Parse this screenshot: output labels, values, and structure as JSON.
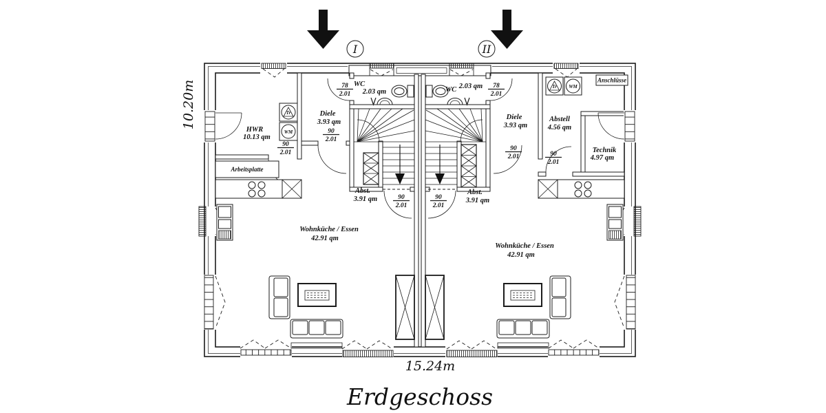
{
  "title": "Erdgeschoss",
  "dimensions": {
    "width": "15.24m",
    "height": "10.20m"
  },
  "entrance_markers": {
    "unit1": "I",
    "unit2": "II"
  },
  "appliances": {
    "dryer": "Tr",
    "washer": "WM"
  },
  "unit1": {
    "hwr": {
      "name": "HWR",
      "area": "10.13 qm"
    },
    "diele": {
      "name": "Diele",
      "area": "3.93 qm"
    },
    "wc": {
      "name": "WC",
      "area": "2.03 qm"
    },
    "abst": {
      "name": "Abst.",
      "area": "3.91 qm"
    },
    "wohnkueche": {
      "name": "Wohnküche / Essen",
      "area": "42.91 qm"
    },
    "worktop_label": "Arbeitsplatte",
    "doors": {
      "wc": {
        "w": "78",
        "h": "2.01"
      },
      "hwr": {
        "w": "90",
        "h": "2.01"
      },
      "diele": {
        "w": "90",
        "h": "2.01"
      },
      "stairs": {
        "w": "90",
        "h": "2.01"
      }
    }
  },
  "unit2": {
    "wc": {
      "name": "WC",
      "area": "2.03 qm"
    },
    "diele": {
      "name": "Diele",
      "area": "3.93 qm"
    },
    "abstell": {
      "name": "Abstell",
      "area": "4.56 qm"
    },
    "technik": {
      "name": "Technik",
      "area": "4.97 qm"
    },
    "abst": {
      "name": "Abst.",
      "area": "3.91 qm"
    },
    "wohnkueche": {
      "name": "Wohnküche / Essen",
      "area": "42.91 qm"
    },
    "connections_label": "Anschlüsse",
    "doors": {
      "wc": {
        "w": "78",
        "h": "2.01"
      },
      "diele": {
        "w": "90",
        "h": "2.01"
      },
      "abstell": {
        "w": "90",
        "h": "2.01"
      },
      "stairs": {
        "w": "90",
        "h": "2.01"
      }
    }
  }
}
